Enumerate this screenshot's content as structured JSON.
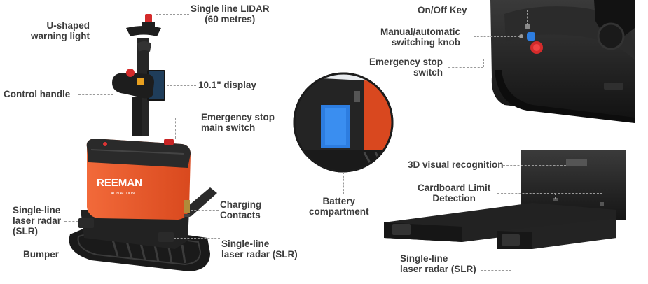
{
  "brand": {
    "logo_text": "REEMAN",
    "logo_tagline": "AI IN ACTION",
    "accent": "#e8572a"
  },
  "colors": {
    "body_orange": "#e8572a",
    "body_black": "#1f1f1f",
    "label_text": "#3c3c3c",
    "leader_line": "#9a9a9a"
  },
  "labels": {
    "warning_light": "U-shaped\nwarning light",
    "lidar_top": "Single line LIDAR\n(60 metres)",
    "display": "10.1\" display",
    "control_handle": "Control handle",
    "emergency_main": "Emergency stop\nmain switch",
    "charging": "Charging\nContacts",
    "slr_left": "Single-line\nlaser radar\n(SLR)",
    "bumper": "Bumper",
    "slr_bottom": "Single-line\nlaser radar (SLR)",
    "battery": "Battery\ncompartment",
    "onoff": "On/Off Key",
    "knob": "Manual/automatic\nswitching knob",
    "emergency_switch": "Emergency stop\nswitch",
    "visual": "3D visual recognition",
    "cardboard": "Cardboard Limit\nDetection",
    "slr_forks": "Single-line\nlaser radar (SLR)"
  }
}
